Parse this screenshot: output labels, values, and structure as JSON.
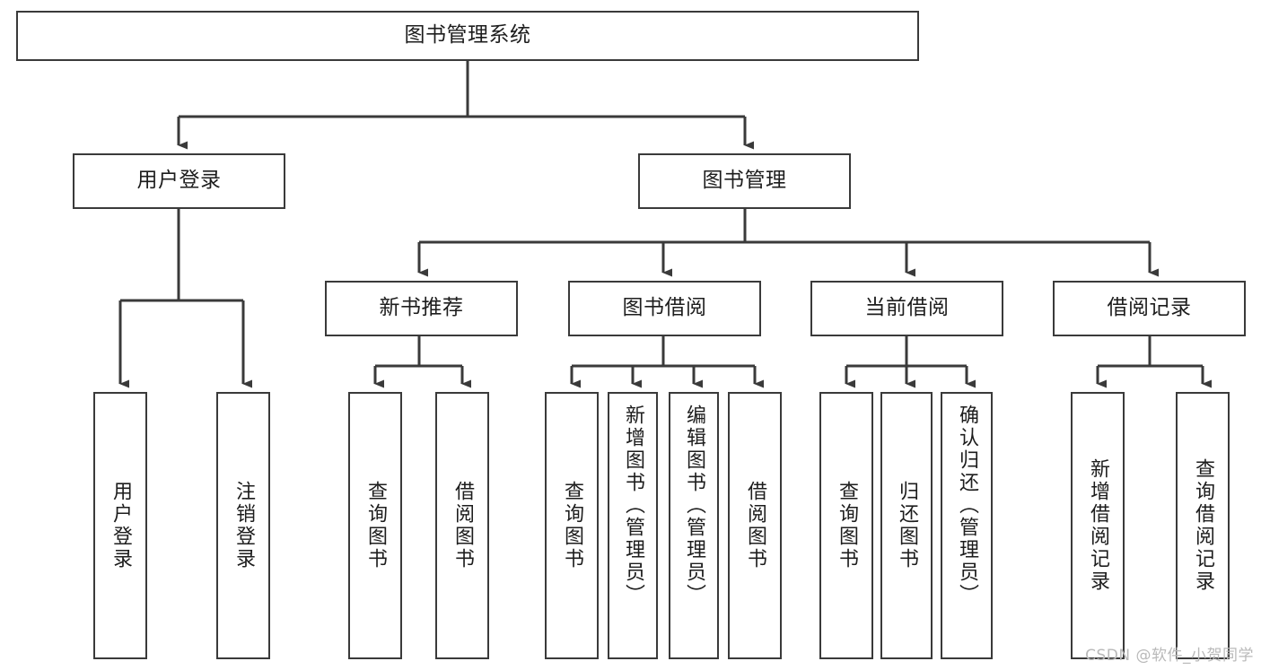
{
  "diagram": {
    "title": "图书管理系统",
    "type": "tree-hierarchy-diagram",
    "stroke_color": "#3a3a3a",
    "fill_color": "#ffffff",
    "text_color": "#1d1d1d",
    "nodes": {
      "root": {
        "label": "图书管理系统"
      },
      "level2": [
        {
          "id": "user-login",
          "label": "用户登录"
        },
        {
          "id": "book-manage",
          "label": "图书管理"
        }
      ],
      "level3": [
        {
          "id": "new-book-recommend",
          "label": "新书推荐"
        },
        {
          "id": "book-borrow",
          "label": "图书借阅"
        },
        {
          "id": "current-borrow",
          "label": "当前借阅"
        },
        {
          "id": "borrow-record",
          "label": "借阅记录"
        }
      ],
      "leaves": {
        "user_login": [
          {
            "id": "leaf-user-login",
            "label": "用户登录"
          },
          {
            "id": "leaf-logout-login",
            "label": "注销登录"
          }
        ],
        "new_book_recommend": [
          {
            "id": "leaf-query-book-1",
            "label": "查询图书"
          },
          {
            "id": "leaf-borrow-book-1",
            "label": "借阅图书"
          }
        ],
        "book_borrow": [
          {
            "id": "leaf-query-book-2",
            "label": "查询图书"
          },
          {
            "id": "leaf-add-book",
            "label": "新增图书（管理员）"
          },
          {
            "id": "leaf-edit-book",
            "label": "编辑图书（管理员）"
          },
          {
            "id": "leaf-borrow-book-2",
            "label": "借阅图书"
          }
        ],
        "current_borrow": [
          {
            "id": "leaf-query-book-3",
            "label": "查询图书"
          },
          {
            "id": "leaf-return-book",
            "label": "归还图书"
          },
          {
            "id": "leaf-confirm-return",
            "label": "确认归还（管理员）"
          }
        ],
        "borrow_record": [
          {
            "id": "leaf-add-record",
            "label": "新增借阅记录"
          },
          {
            "id": "leaf-query-record",
            "label": "查询借阅记录"
          }
        ]
      }
    }
  },
  "watermark": {
    "text": "CSDN @软件_小贺同学"
  }
}
